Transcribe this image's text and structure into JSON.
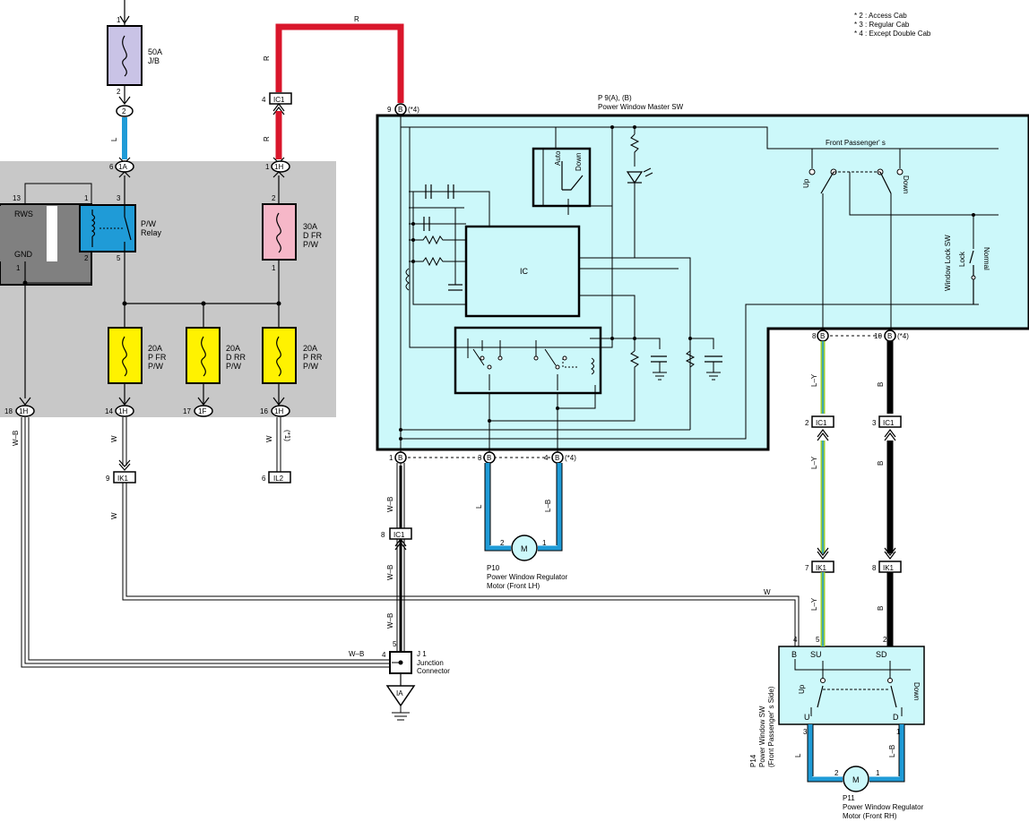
{
  "notes": [
    "* 2 : Access Cab",
    "* 3 : Regular Cab",
    "* 4 : Except Double Cab"
  ],
  "fuses": {
    "main": {
      "amp": "50A",
      "name": "J/B",
      "pin_top": "1",
      "pin_bottom": "2"
    },
    "dfr": {
      "amp": "30A",
      "name1": "D FR",
      "name2": "P/W",
      "pin_top": "2",
      "pin_bottom": "1"
    },
    "pfr": {
      "amp": "20A",
      "name1": "P FR",
      "name2": "P/W"
    },
    "drr": {
      "amp": "20A",
      "name1": "D RR",
      "name2": "P/W"
    },
    "prr": {
      "amp": "20A",
      "name1": "P RR",
      "name2": "P/W"
    }
  },
  "relay": {
    "name1": "P/W",
    "name2": "Relay",
    "pin1": "1",
    "pin3": "3",
    "pin2": "2",
    "pin5": "5"
  },
  "ecu": {
    "rws": "RWS",
    "gnd": "GND",
    "pin13": "13",
    "pin1": "1"
  },
  "connectors": {
    "c2": "2",
    "c1a": "1A",
    "c1h_a": "1H",
    "c1h_b": "1H",
    "c1h_c": "1H",
    "c1h_d": "1H",
    "c1f": "1F",
    "ic1_top": "IC1",
    "ic1_mid": "IC1",
    "ic1_l": "IC1",
    "ic1_r": "IC1",
    "ik1_left": "IK1",
    "ik1_l": "IK1",
    "ik1_r": "IK1",
    "il2": "IL2",
    "b": "B",
    "ia": "IA"
  },
  "pins": {
    "p6": "6",
    "p1": "1",
    "p2": "2",
    "p4": "4",
    "p9": "9",
    "p18": "18",
    "p14": "14",
    "p17": "17",
    "p16": "16",
    "p3": "3",
    "p8": "8",
    "p10": "10",
    "p5": "5",
    "p7": "7"
  },
  "wires": {
    "r": "R",
    "l": "L",
    "wb": "W–B",
    "w": "W",
    "ly": "L–Y",
    "b": "B",
    "lb": "L–B",
    "star1": "(*1)",
    "star4": "(*4)"
  },
  "master_sw": {
    "code": "P 9(A), (B)",
    "name": "Power Window Master SW",
    "front_passenger": "Front Passenger' s",
    "up": "Up",
    "down": "Down",
    "auto": "Auto",
    "auto_down": "Down",
    "ic": "IC",
    "window_lock": "Window Lock SW",
    "lock": "Lock",
    "normal": "Normal"
  },
  "motor_lh": {
    "code": "P10",
    "name1": "Power Window Regulator",
    "name2": "Motor (Front LH)",
    "symbol": "M"
  },
  "motor_rh": {
    "code": "P11",
    "name1": "Power Window Regulator",
    "name2": "Motor (Front RH)",
    "symbol": "M"
  },
  "junction": {
    "code": "J 1",
    "name1": "Junction",
    "name2": "Connector"
  },
  "passenger_sw": {
    "code": "P14",
    "name1": "Power Window SW",
    "name2": "(Front Passenger' s Side)",
    "b": "B",
    "su": "SU",
    "sd": "SD",
    "u": "U",
    "d": "D",
    "up": "Up",
    "down": "Down"
  },
  "colors": {
    "red": "#d9162b",
    "blue": "#1f9bd7",
    "yellow": "#fff200",
    "lyellow": "#9acd32",
    "pink": "#f6b7c8",
    "lavender": "#c9c3e6",
    "cyan": "#ccf8fa",
    "gray": "#c8c8c8"
  }
}
